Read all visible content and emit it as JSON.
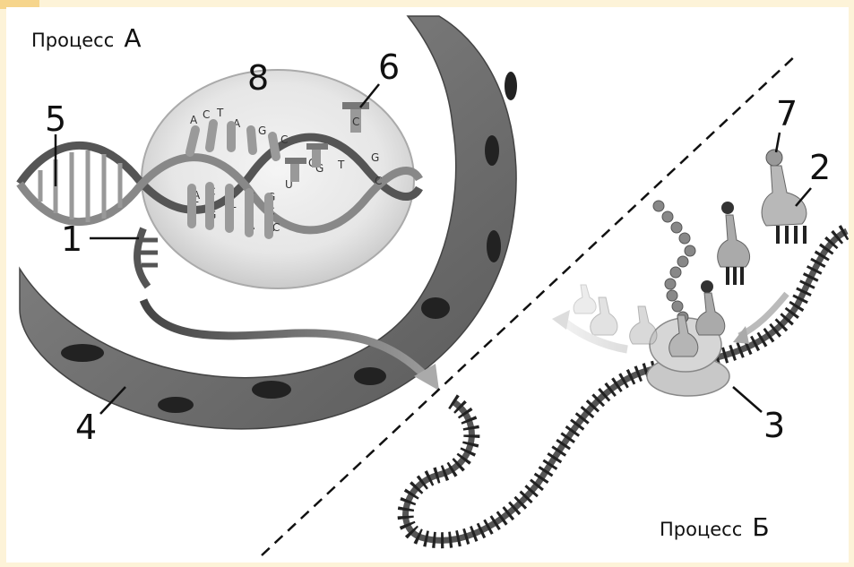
{
  "labels": {
    "process_a_word": "Процесс",
    "process_a_letter": "А",
    "process_b_word": "Процесс",
    "process_b_letter": "Б",
    "n1": "1",
    "n2": "2",
    "n3": "3",
    "n4": "4",
    "n5": "5",
    "n6": "6",
    "n7": "7",
    "n8": "8"
  },
  "bases": {
    "top_strand": [
      "A",
      "C",
      "T",
      "A",
      "G",
      "C",
      "G",
      "T",
      "G",
      "C"
    ],
    "mid_strand": [
      "A",
      "C",
      "A",
      "T",
      "G",
      "U",
      "G"
    ],
    "bottom_strand": [
      "T",
      "G",
      "T",
      "A",
      "A",
      "C",
      "C"
    ],
    "trna_anticodon": [
      "C"
    ]
  }
}
